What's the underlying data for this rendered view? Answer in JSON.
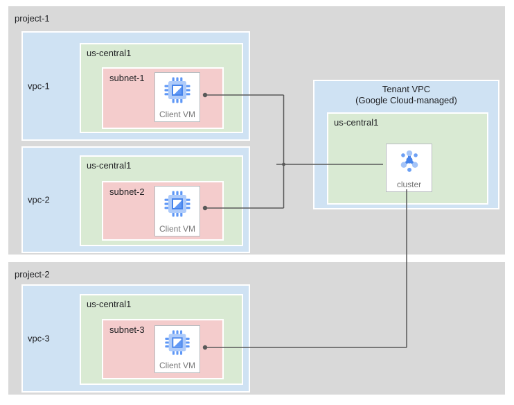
{
  "projects": [
    {
      "label": "project-1"
    },
    {
      "label": "project-2"
    }
  ],
  "vpcs": [
    {
      "label": "vpc-1",
      "region": "us-central1",
      "subnet": "subnet-1",
      "node": "Client VM"
    },
    {
      "label": "vpc-2",
      "region": "us-central1",
      "subnet": "subnet-2",
      "node": "Client VM"
    },
    {
      "label": "vpc-3",
      "region": "us-central1",
      "subnet": "subnet-3",
      "node": "Client VM"
    }
  ],
  "tenant_vpc": {
    "title_line1": "Tenant VPC",
    "title_line2": "(Google Cloud-managed)",
    "region": "us-central1",
    "node": "cluster"
  },
  "icons": {
    "client_vm": "vm-chip-icon",
    "cluster": "cluster-hub-icon"
  },
  "colors": {
    "project_bg": "#d9d9d9",
    "vpc_bg": "#cfe2f3",
    "region_bg": "#d9ead3",
    "subnet_bg": "#f4cccc",
    "node_bg": "#ffffff",
    "connector": "#595959",
    "icon_blue_dark": "#4683ea",
    "icon_blue_mid": "#5e97f6",
    "icon_blue_light": "#aecbfa",
    "node_label_text": "#757575",
    "label_text": "#202124"
  }
}
